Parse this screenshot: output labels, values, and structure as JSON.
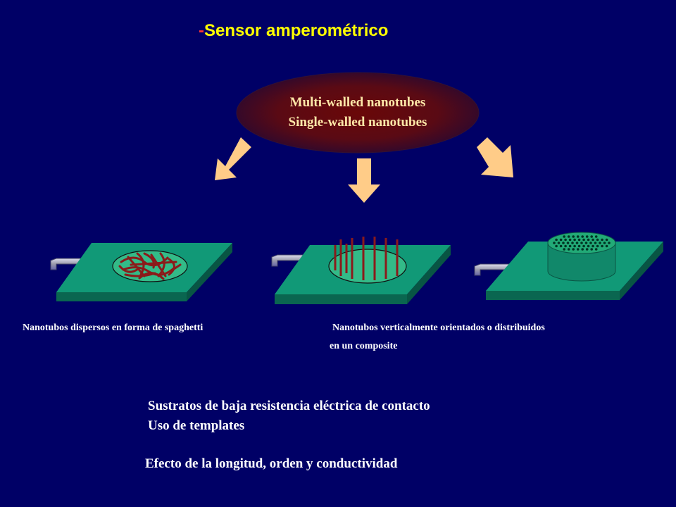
{
  "title": {
    "dash": "-",
    "text": "Sensor amperométrico"
  },
  "source": {
    "line1": "Multi-walled nanotubes",
    "line2": "Single-walled nanotubes"
  },
  "captions": {
    "left": "Nanotubos dispersos en forma de spaghetti",
    "right_line1": "Nanotubos verticalmente orientados o distribuidos",
    "right_line2": "en un composite"
  },
  "points": {
    "line1": "Sustratos de baja resistencia eléctrica de contacto",
    "line2": "Uso de templates",
    "line3": "Efecto de la longitud, orden y conductividad"
  },
  "colors": {
    "background": "#000066",
    "title": "#FFFF00",
    "dash": "#FF3333",
    "arrow": "#FFCC88",
    "platform_top": "#119977",
    "platform_side": "#0A6650",
    "nanotube": "#8B1A1A"
  }
}
